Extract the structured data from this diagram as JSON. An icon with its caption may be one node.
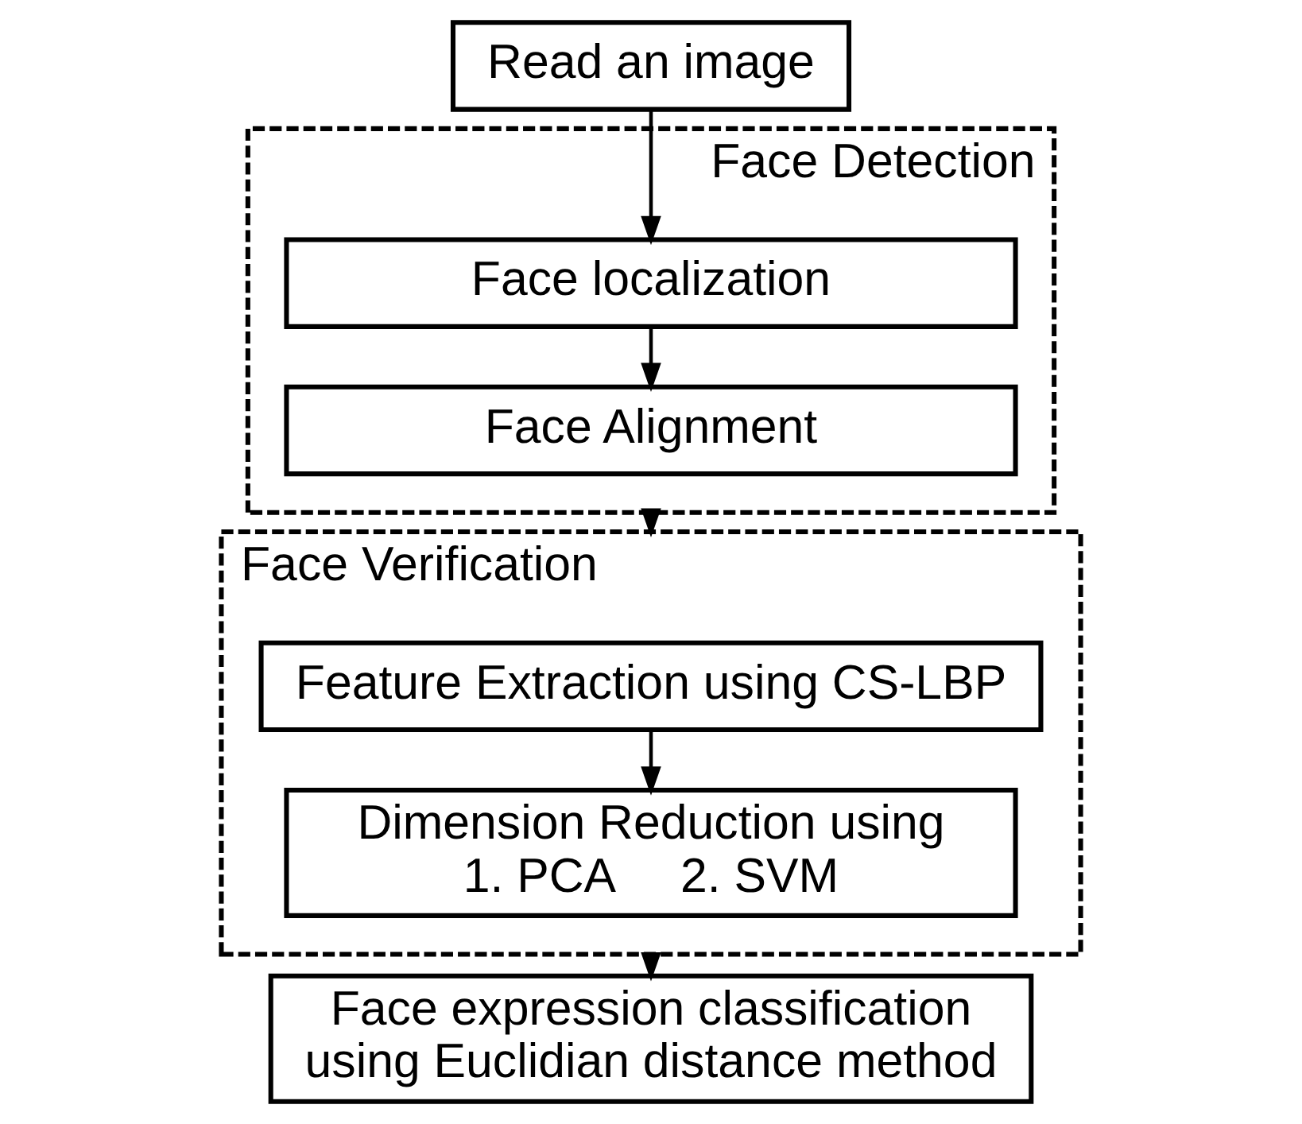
{
  "diagram": {
    "nodes": [
      {
        "text": [
          "Read an image"
        ]
      },
      {
        "text": [
          "Face Detection"
        ]
      },
      {
        "text": [
          "Face localization"
        ],
        "in": 1
      },
      {
        "text": [
          "Face Alignment"
        ],
        "in": 1
      },
      {
        "text": [
          "Face Verification"
        ]
      },
      {
        "text": [
          "Feature Extraction using CS-LBP"
        ],
        "in": 4
      },
      {
        "text": [
          "Dimension Reduction using",
          "1. PCA     2. SVM"
        ],
        "in": 4
      },
      {
        "text": [
          "Face expression classification using Euclidian distance method"
        ]
      }
    ],
    "edges": [
      {
        "from": 0,
        "to": 2,
        "arrow": "to"
      },
      {
        "from": 2,
        "to": 3,
        "arrow": "to"
      },
      {
        "from": 1,
        "to": 4,
        "arrow": "to"
      },
      {
        "from": 5,
        "to": 6,
        "arrow": "to"
      },
      {
        "from": 4,
        "to": 7,
        "arrow": "to"
      }
    ]
  }
}
